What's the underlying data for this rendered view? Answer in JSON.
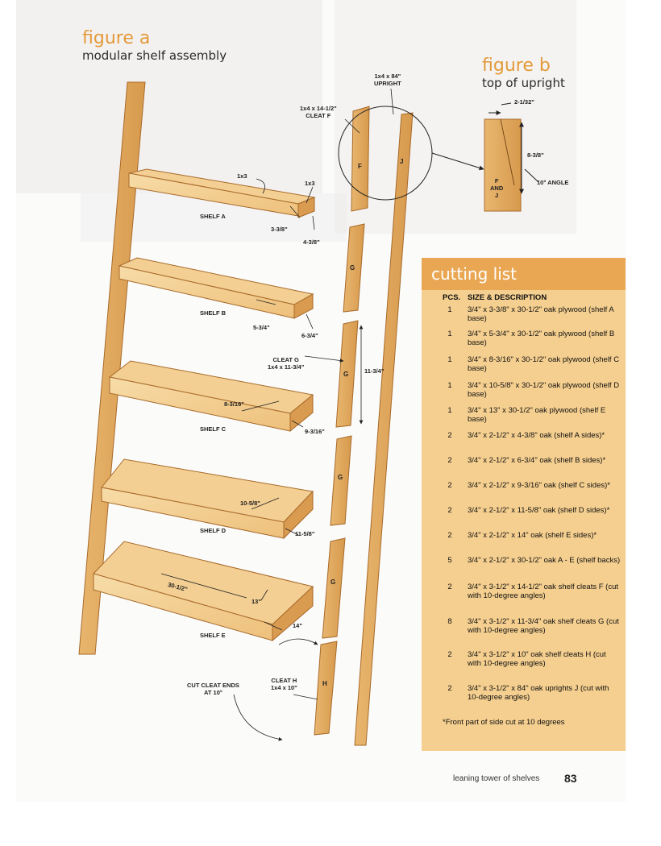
{
  "figure_a": {
    "title": "figure a",
    "subtitle": "modular shelf assembly"
  },
  "figure_b": {
    "title": "figure b",
    "subtitle": "top of upright",
    "width_dim": "2-1/32\"",
    "height_dim": "8-3/8\"",
    "angle": "10° ANGLE",
    "label": "F\nAND\nJ"
  },
  "callouts": {
    "upright": "1x4 x 84\"\nUPRIGHT",
    "cleat_f": "1x4 x 14-1/2\"\nCLEAT F",
    "cleat_g": "CLEAT G\n1x4 x 11-3/4\"",
    "cleat_h": "CLEAT H\n1x4 x 10\"",
    "cut_ends": "CUT CLEAT ENDS\nAT 10°",
    "one_by_three_a": "1x3",
    "one_by_three_b": "1x3",
    "g_height": "11-3/4\""
  },
  "pieces": {
    "f": "F",
    "j": "J",
    "g1": "G",
    "g2": "G",
    "g3": "G",
    "g4": "G",
    "h": "H"
  },
  "shelves": [
    {
      "label": "SHELF A",
      "dim1": "3-3/8\"",
      "dim2": "4-3/8\""
    },
    {
      "label": "SHELF B",
      "dim1": "5-3/4\"",
      "dim2": "6-3/4\""
    },
    {
      "label": "SHELF C",
      "dim1": "8-3/16\"",
      "dim2": "9-3/16\""
    },
    {
      "label": "SHELF D",
      "dim1": "10-5/8\"",
      "dim2": "11-5/8\""
    },
    {
      "label": "SHELF E",
      "dim1": "13\"",
      "dim2": "14\"",
      "dim3": "30-1/2\""
    }
  ],
  "cutting_list": {
    "title": "cutting list",
    "col_pcs": "PCS.",
    "col_desc": "SIZE & DESCRIPTION",
    "rows": [
      {
        "pcs": "1",
        "desc": "3/4\" x 3-3/8\" x 30-1/2\" oak plywood (shelf A base)"
      },
      {
        "pcs": "1",
        "desc": "3/4\" x 5-3/4\" x 30-1/2\" oak plywood (shelf B base)"
      },
      {
        "pcs": "1",
        "desc": "3/4\" x 8-3/16\" x 30-1/2\" oak plywood (shelf C base)"
      },
      {
        "pcs": "1",
        "desc": "3/4\" x 10-5/8\" x 30-1/2\" oak plywood (shelf D base)"
      },
      {
        "pcs": "1",
        "desc": "3/4\" x 13\" x 30-1/2\" oak plywood (shelf E base)"
      },
      {
        "pcs": "2",
        "desc": "3/4\" x 2-1/2\" x 4-3/8\" oak (shelf A sides)*"
      },
      {
        "pcs": "2",
        "desc": "3/4\" x 2-1/2\" x 6-3/4\" oak (shelf B sides)*"
      },
      {
        "pcs": "2",
        "desc": "3/4\" x 2-1/2\" x 9-3/16\" oak (shelf C sides)*"
      },
      {
        "pcs": "2",
        "desc": "3/4\" x 2-1/2\" x 11-5/8\" oak (shelf D sides)*"
      },
      {
        "pcs": "2",
        "desc": "3/4\" x 2-1/2\" x 14\" oak (shelf E sides)*"
      },
      {
        "pcs": "5",
        "desc": "3/4\" x 2-1/2\" x 30-1/2\" oak A - E (shelf backs)"
      },
      {
        "pcs": "2",
        "desc": "3/4\" x 3-1/2\" x 14-1/2\" oak shelf cleats F (cut with 10-degree angles)"
      },
      {
        "pcs": "8",
        "desc": "3/4\" x 3-1/2\" x 11-3/4\" oak shelf cleats G (cut with 10-degree angles)"
      },
      {
        "pcs": "2",
        "desc": "3/4\" x 3-1/2\" x 10\" oak shelf cleats H (cut with 10-degree angles)"
      },
      {
        "pcs": "2",
        "desc": "3/4\" x 3-1/2\" x 84\" oak uprights J (cut with 10-degree angles)"
      }
    ],
    "footnote": "*Front part of side cut at 10 degrees"
  },
  "footer": {
    "text": "leaning tower of shelves",
    "page": "83"
  }
}
